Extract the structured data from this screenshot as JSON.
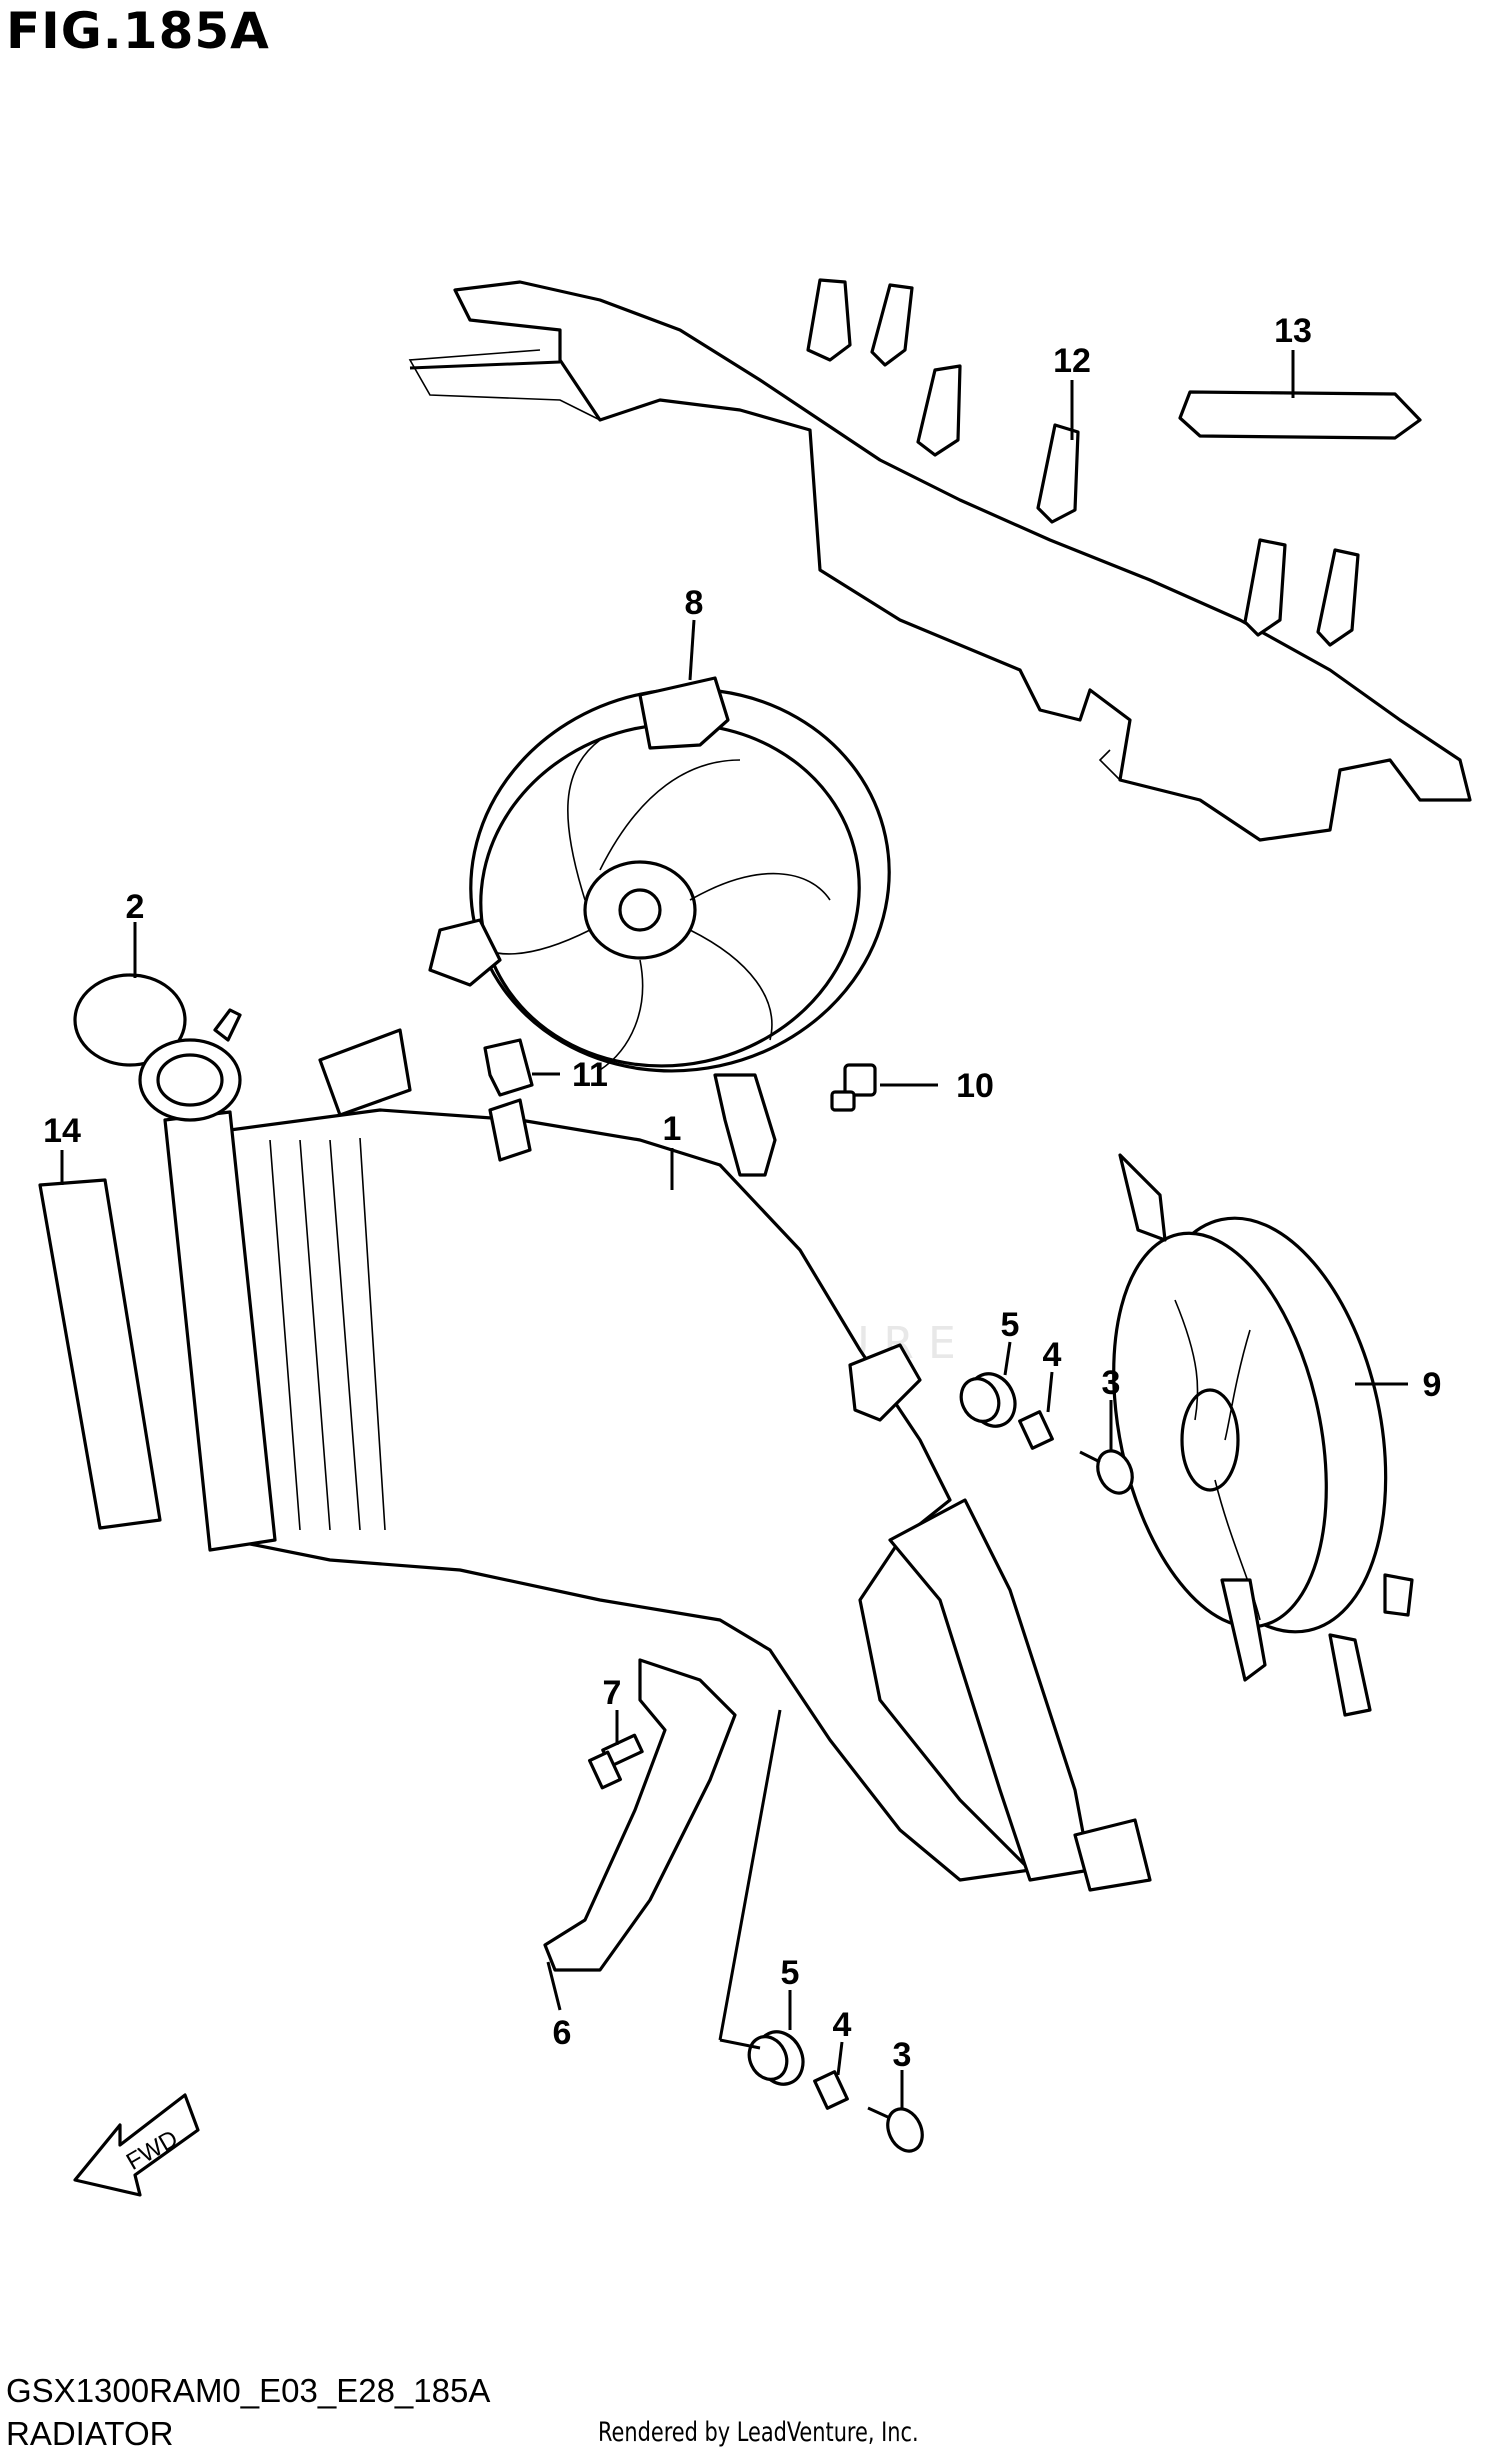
{
  "figure_title": "FIG.185A",
  "diagram_code": "GSX1300RAM0_E03_E28_185A",
  "caption": "RADIATOR",
  "credit": "Rendered by LeadVenture, Inc.",
  "watermark": "LEADVENTURE",
  "fwd_label": "FWD",
  "callouts": [
    {
      "id": "c1",
      "label": "1"
    },
    {
      "id": "c2",
      "label": "2"
    },
    {
      "id": "c3a",
      "label": "3"
    },
    {
      "id": "c3b",
      "label": "3"
    },
    {
      "id": "c4a",
      "label": "4"
    },
    {
      "id": "c4b",
      "label": "4"
    },
    {
      "id": "c5a",
      "label": "5"
    },
    {
      "id": "c5b",
      "label": "5"
    },
    {
      "id": "c6",
      "label": "6"
    },
    {
      "id": "c7",
      "label": "7"
    },
    {
      "id": "c8",
      "label": "8"
    },
    {
      "id": "c9",
      "label": "9"
    },
    {
      "id": "c10",
      "label": "10"
    },
    {
      "id": "c11",
      "label": "11"
    },
    {
      "id": "c12",
      "label": "12"
    },
    {
      "id": "c13",
      "label": "13"
    },
    {
      "id": "c14",
      "label": "14"
    }
  ]
}
